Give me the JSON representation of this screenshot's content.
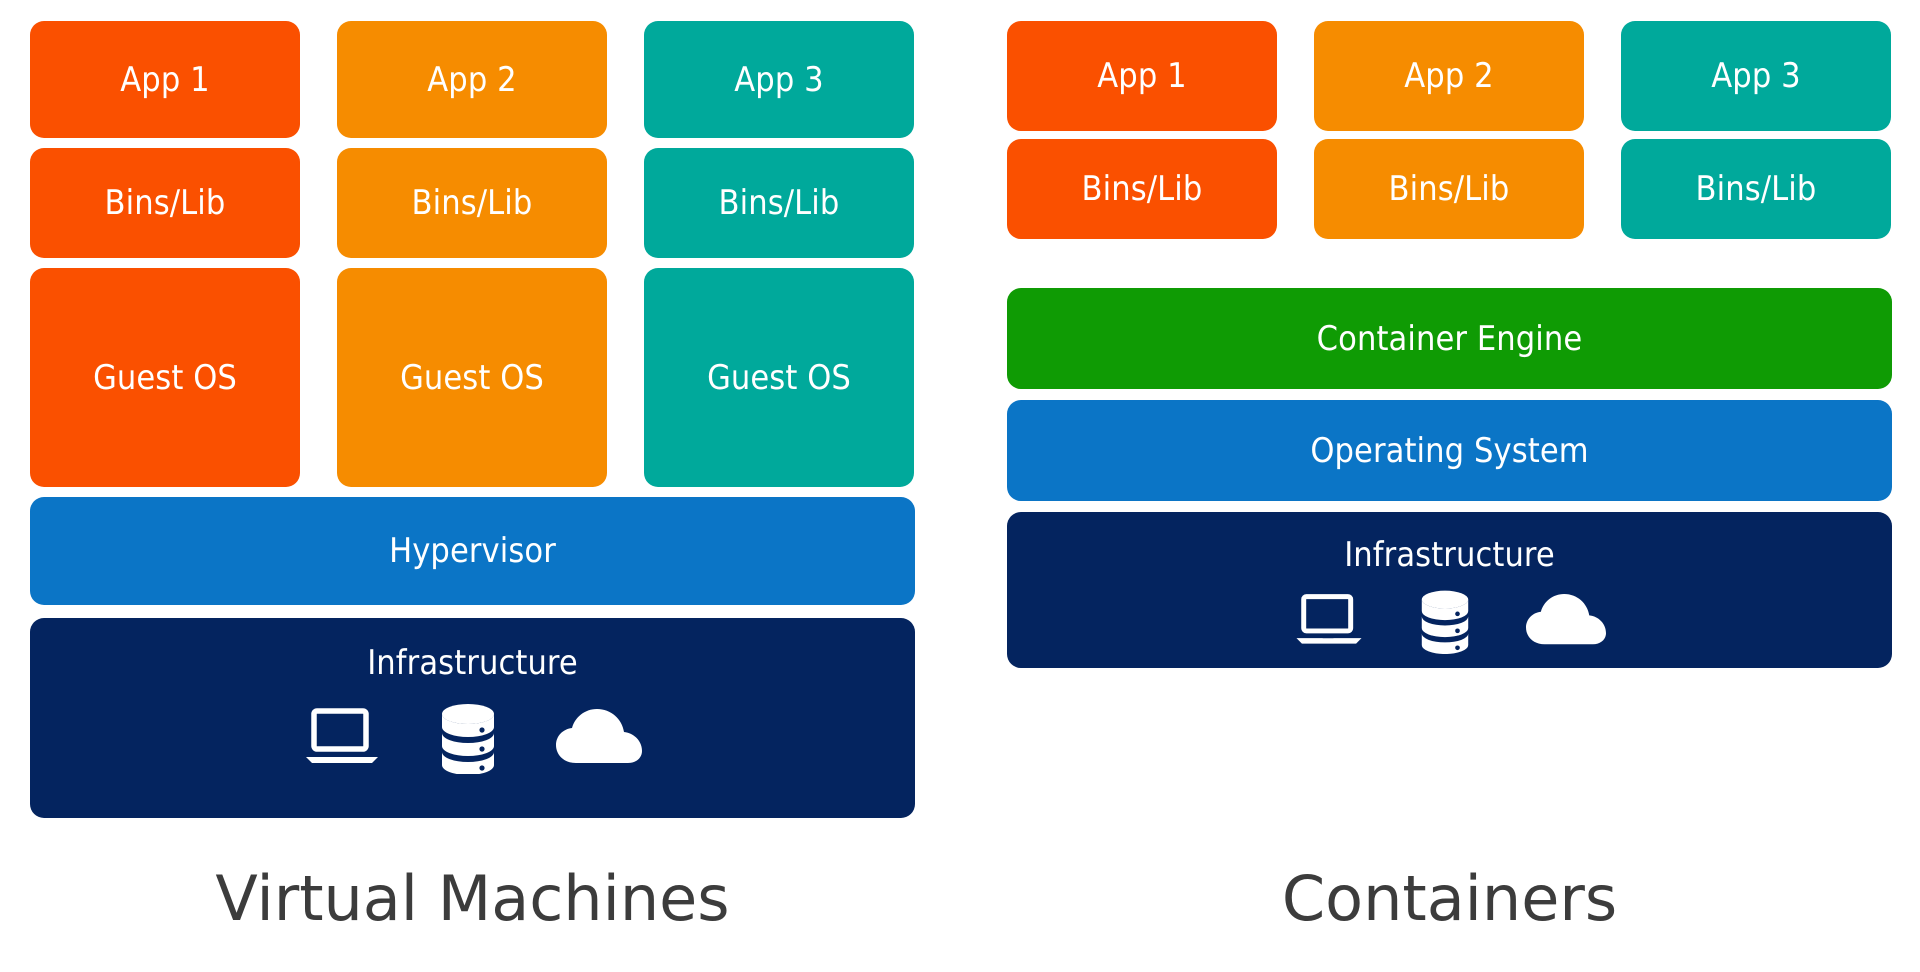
{
  "diagram": {
    "title_left": "Virtual Machines",
    "title_right": "Containers",
    "background": "#ffffff",
    "caption_color": "#3c3c3c"
  },
  "colors": {
    "orange_red": "#FA5000",
    "amber": "#F68C00",
    "teal": "#00A99B",
    "blue": "#0B75C6",
    "green": "#0F9B04",
    "navy": "#04245F",
    "text_on_fill": "#ffffff"
  },
  "vm_panel": {
    "name": "Virtual Machines",
    "columns": [
      {
        "app": "App 1",
        "bins": "Bins/Lib",
        "os": "Guest OS",
        "color": "#FA5000"
      },
      {
        "app": "App 2",
        "bins": "Bins/Lib",
        "os": "Guest OS",
        "color": "#F68C00"
      },
      {
        "app": "App 3",
        "bins": "Bins/Lib",
        "os": "Guest OS",
        "color": "#00A99B"
      }
    ],
    "bars": [
      {
        "label": "Hypervisor",
        "color": "#0B75C6"
      },
      {
        "label": "Infrastructure",
        "color": "#04245F"
      }
    ],
    "infrastructure_icons": [
      "laptop-icon",
      "database-icon",
      "cloud-icon"
    ]
  },
  "container_panel": {
    "name": "Containers",
    "columns": [
      {
        "app": "App 1",
        "bins": "Bins/Lib",
        "color": "#FA5000"
      },
      {
        "app": "App 2",
        "bins": "Bins/Lib",
        "color": "#F68C00"
      },
      {
        "app": "App 3",
        "bins": "Bins/Lib",
        "color": "#00A99B"
      }
    ],
    "bars": [
      {
        "label": "Container Engine",
        "color": "#0F9B04"
      },
      {
        "label": "Operating System",
        "color": "#0B75C6"
      },
      {
        "label": "Infrastructure",
        "color": "#04245F"
      }
    ],
    "infrastructure_icons": [
      "laptop-icon",
      "database-icon",
      "cloud-icon"
    ]
  }
}
